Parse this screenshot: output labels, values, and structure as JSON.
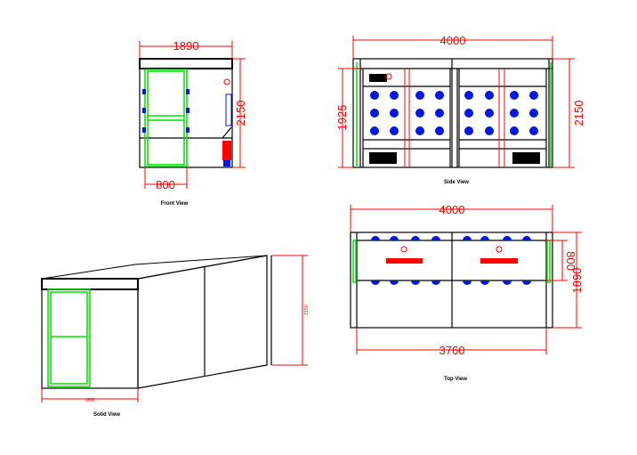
{
  "front_view": {
    "label": "Front View",
    "width_dim": "1890",
    "height_dim": "2150",
    "door_dim": "800"
  },
  "side_view": {
    "label": "Side View",
    "width_dim": "4000",
    "inner_height_dim": "1925",
    "height_dim": "2150"
  },
  "top_view": {
    "label": "Top View",
    "width_dim": "4000",
    "inner_width_dim": "3760",
    "door_dim": "800",
    "depth_dim": "1890"
  },
  "solid_view": {
    "label": "Solid View",
    "width_dim": "1890",
    "height_dim": "2150"
  },
  "colors": {
    "outline": "#000000",
    "dimension": "#ff0000",
    "door": "#00e000",
    "nozzle": "#0018e0"
  }
}
